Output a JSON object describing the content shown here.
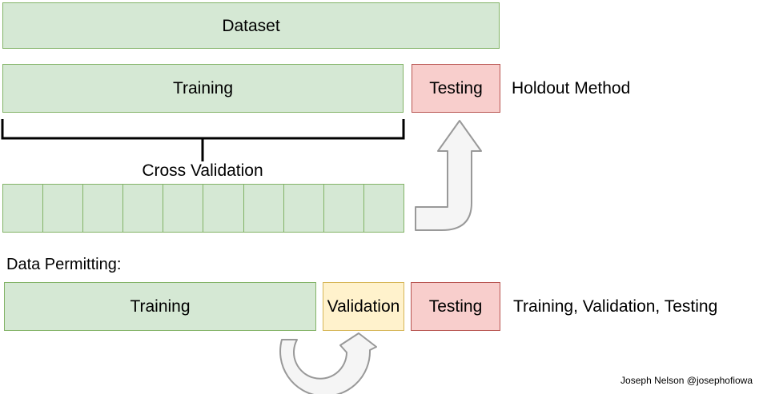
{
  "diagram": {
    "dataset_label": "Dataset",
    "holdout": {
      "training_label": "Training",
      "testing_label": "Testing",
      "caption": "Holdout Method"
    },
    "cross_validation": {
      "label": "Cross Validation",
      "fold_count": 10
    },
    "data_permitting": {
      "heading": "Data Permitting:",
      "training_label": "Training",
      "validation_label": "Validation",
      "testing_label": "Testing",
      "caption": "Training, Validation, Testing"
    },
    "credit": "Joseph Nelson @josephofiowa",
    "colors": {
      "green_fill": "#d5e8d4",
      "green_border": "#82b366",
      "red_fill": "#f8cecc",
      "red_border": "#b85450",
      "yellow_fill": "#fff2cc",
      "yellow_border": "#d6b656",
      "arrow_fill": "#f5f5f5",
      "arrow_border": "#999999"
    }
  }
}
